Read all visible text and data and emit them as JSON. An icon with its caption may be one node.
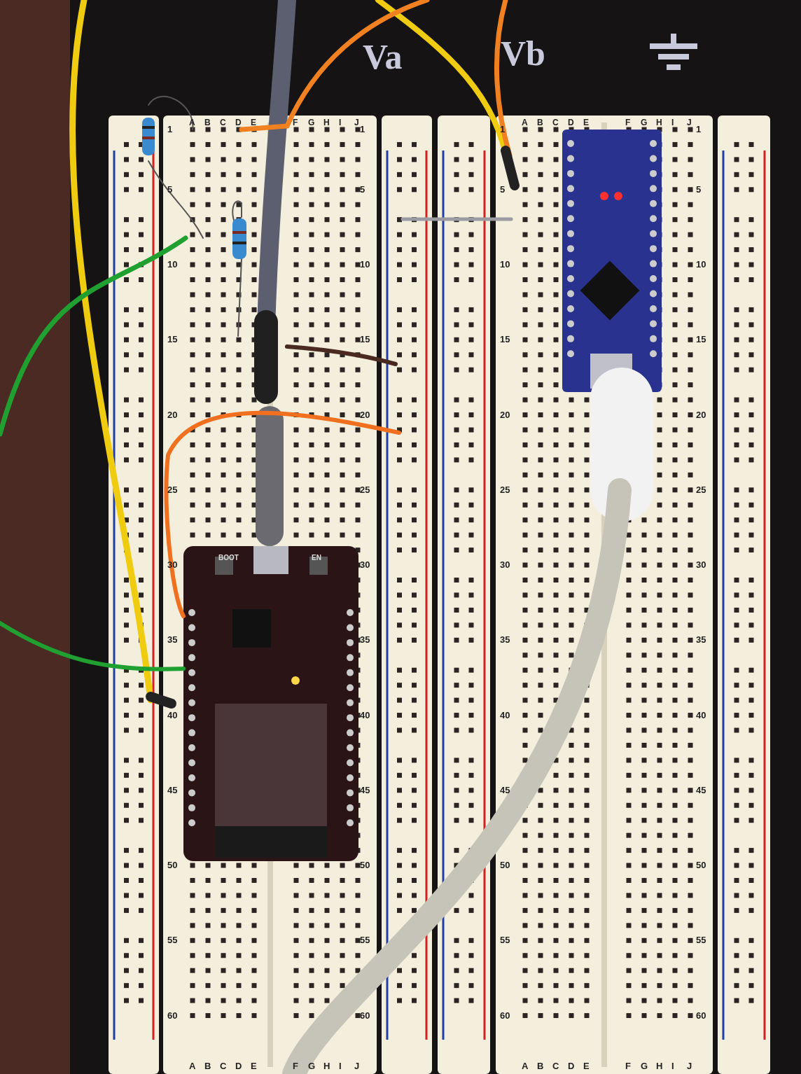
{
  "diagram": {
    "labels": [
      "Va",
      "Vb",
      "A",
      "B",
      "C",
      "D",
      "E",
      "F",
      "G",
      "H",
      "I",
      "J",
      "1",
      "5",
      "10",
      "15",
      "20",
      "25",
      "30",
      "35",
      "40",
      "45",
      "50",
      "55",
      "60",
      "1",
      "5",
      "10",
      "15",
      "20",
      "25",
      "30",
      "35",
      "40",
      "45",
      "50",
      "55",
      "60",
      "A",
      "B",
      "C",
      "D",
      "E",
      "F",
      "G",
      "H",
      "I",
      "J",
      "A",
      "B",
      "C",
      "D",
      "E",
      "F",
      "G",
      "H",
      "I",
      "J",
      "1",
      "5",
      "10",
      "15",
      "20",
      "25",
      "30",
      "35",
      "40",
      "45",
      "50",
      "55",
      "60",
      "1",
      "5",
      "10",
      "15",
      "20",
      "25",
      "30",
      "35",
      "40",
      "45",
      "50",
      "55",
      "60",
      "A",
      "B",
      "C",
      "D",
      "E",
      "F",
      "G",
      "H",
      "I",
      "J"
    ],
    "nodes": [
      {
        "text": [
          "BOOT",
          "EN"
        ]
      },
      {
        "text": [],
        "shape": "picture"
      },
      {
        "text": [],
        "shape": "bar"
      },
      {
        "text": [],
        "shape": "bar"
      },
      {
        "text": [],
        "shape": "bar"
      },
      {
        "text": [],
        "shape": "bar"
      }
    ],
    "edges": [
      {
        "from": 0,
        "to": 3,
        "arrow": "none",
        "color": "#f07020"
      },
      {
        "from": null,
        "to": 0,
        "arrow": "none",
        "color": "#20a030"
      }
    ]
  }
}
